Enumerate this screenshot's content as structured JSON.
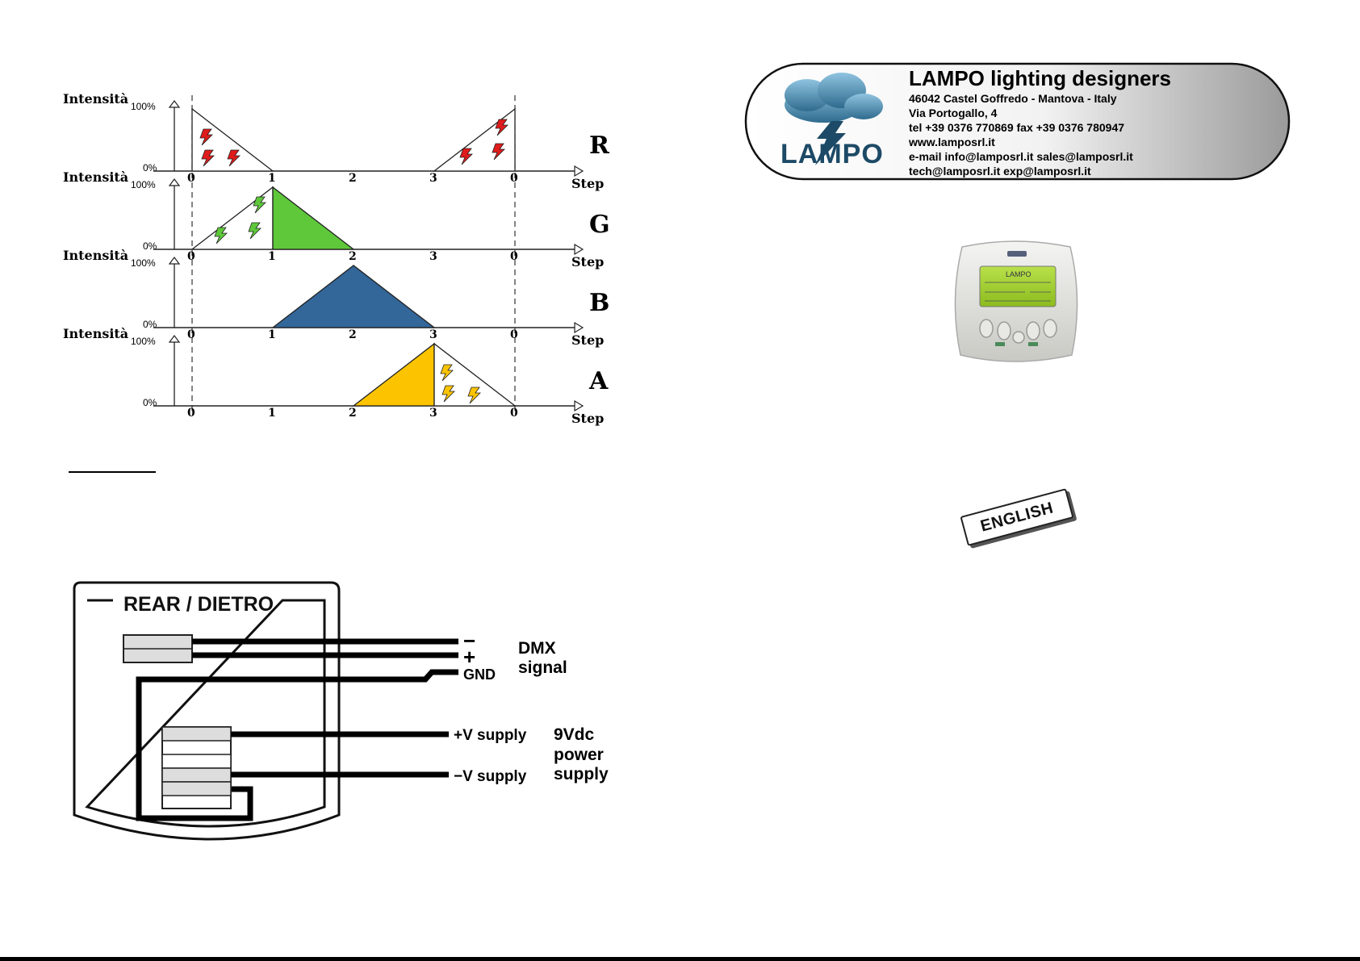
{
  "intensity_chart": {
    "y_label": "Intensità",
    "y_max_label": "100%",
    "y_min_label": "0%",
    "x_label": "Step",
    "step_ticks": [
      "0",
      "1",
      "2",
      "3",
      "0"
    ],
    "channels": [
      {
        "name": "R",
        "color": "#e01b1b"
      },
      {
        "name": "G",
        "color": "#5ec83a"
      },
      {
        "name": "B",
        "color": "#336699"
      },
      {
        "name": "A",
        "color": "#fcc400"
      }
    ]
  },
  "wiring": {
    "panel_title": "REAR / DIETRO",
    "minus_sign": "−",
    "plus_sign": "+",
    "gnd_label": "GND",
    "dmx_label_line1": "DMX",
    "dmx_label_line2": "signal",
    "supply_plus_label": "+V supply",
    "supply_minus_label": "−V supply",
    "power_label_line1": "9Vdc",
    "power_label_line2": "power",
    "power_label_line3": "supply"
  },
  "company": {
    "logo_text": "LAMPO",
    "name": "LAMPO lighting designers",
    "address_line": "46042 Castel Goffredo - Mantova - Italy",
    "street": "Via Portogallo, 4",
    "phone": "tel +39 0376 770869  fax +39 0376 780947",
    "website": "www.lamposrl.it",
    "email1": "e-mail  info@lamposrl.it  sales@lamposrl.it",
    "email2": "tech@lamposrl.it  exp@lamposrl.it"
  },
  "device": {
    "screen_title": "LAMPO"
  },
  "language_badge": "ENGLISH",
  "colors": {
    "red": "#e01b1b",
    "green": "#5ec83a",
    "blue": "#336699",
    "amber": "#fcc400"
  }
}
